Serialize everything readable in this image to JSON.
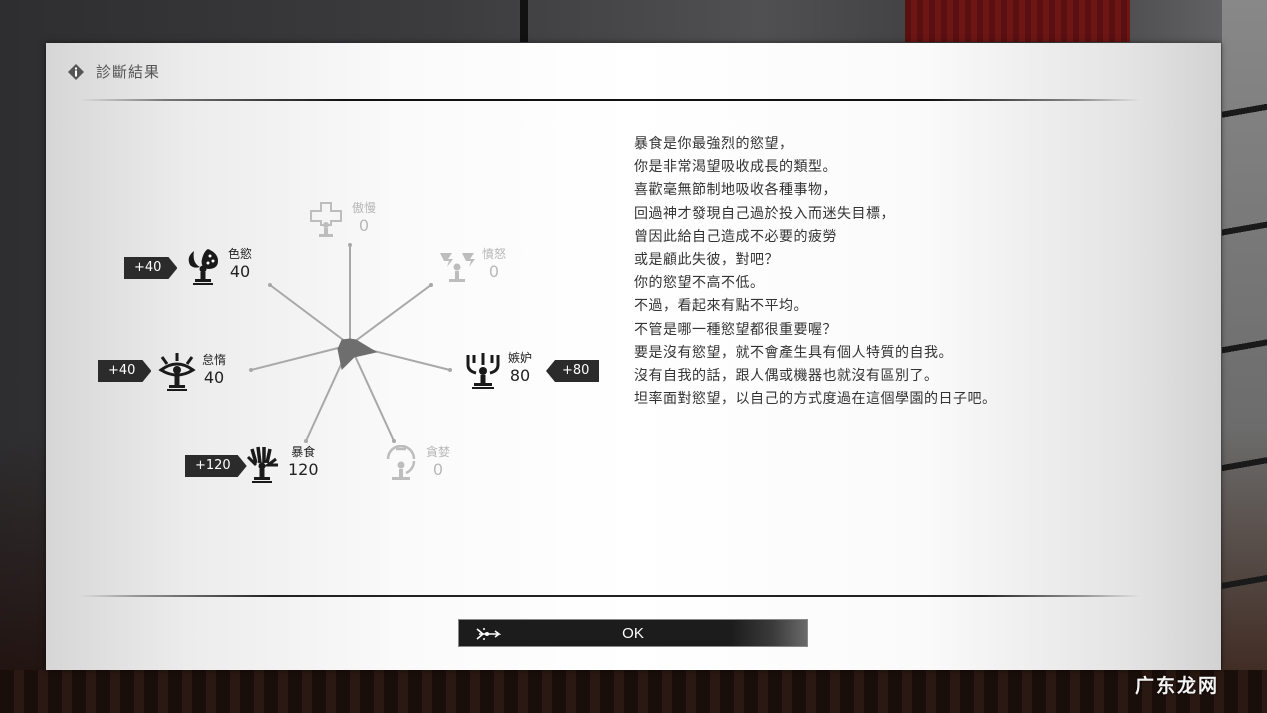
{
  "dialog": {
    "title": "診斷結果",
    "title_icon": "diamond-info-icon"
  },
  "stats": [
    {
      "key": "pride",
      "name": "傲慢",
      "value": "0",
      "bonus": null,
      "icon": "cross-chalice-icon",
      "active": false
    },
    {
      "key": "wrath",
      "name": "憤怒",
      "value": "0",
      "bonus": null,
      "icon": "lightning-chalice-icon",
      "active": false
    },
    {
      "key": "envy",
      "name": "嫉妒",
      "value": "80",
      "bonus": "+80",
      "icon": "antler-chalice-icon",
      "active": true
    },
    {
      "key": "greed",
      "name": "貪婪",
      "value": "0",
      "bonus": null,
      "icon": "coin-chalice-icon",
      "active": false
    },
    {
      "key": "gluttony",
      "name": "暴食",
      "value": "120",
      "bonus": "+120",
      "icon": "fan-chalice-icon",
      "active": true
    },
    {
      "key": "sloth",
      "name": "怠惰",
      "value": "40",
      "bonus": "+40",
      "icon": "eye-chalice-icon",
      "active": true
    },
    {
      "key": "lust",
      "name": "色慾",
      "value": "40",
      "bonus": "+40",
      "icon": "flame-chalice-icon",
      "active": true
    }
  ],
  "chart_data": {
    "type": "radar",
    "title": "診斷結果",
    "categories": [
      "傲慢",
      "憤怒",
      "嫉妒",
      "貪婪",
      "暴食",
      "怠惰",
      "色慾"
    ],
    "values": [
      0,
      0,
      80,
      0,
      120,
      40,
      40
    ],
    "fill_color": "#6e6e6e",
    "axis_color": "#a8a8a8"
  },
  "description": {
    "lines": [
      "暴食是你最強烈的慾望，",
      "你是非常渴望吸收成長的類型。",
      "喜歡毫無節制地吸收各種事物，",
      "回過神才發現自己過於投入而迷失目標，",
      "曾因此給自己造成不必要的疲勞",
      "或是顧此失彼，對吧？",
      "你的慾望不高不低。",
      "不過，看起來有點不平均。",
      "不管是哪一種慾望都很重要喔？",
      "要是沒有慾望，就不會產生具有個人特質的自我。",
      "沒有自我的話，跟人偶或機器也就沒有區別了。",
      "坦率面對慾望，以自己的方式度過在這個學園的日子吧。"
    ]
  },
  "ok_button": {
    "label": "OK",
    "icon": "winged-arrow-icon"
  },
  "watermark": "广东龙网"
}
